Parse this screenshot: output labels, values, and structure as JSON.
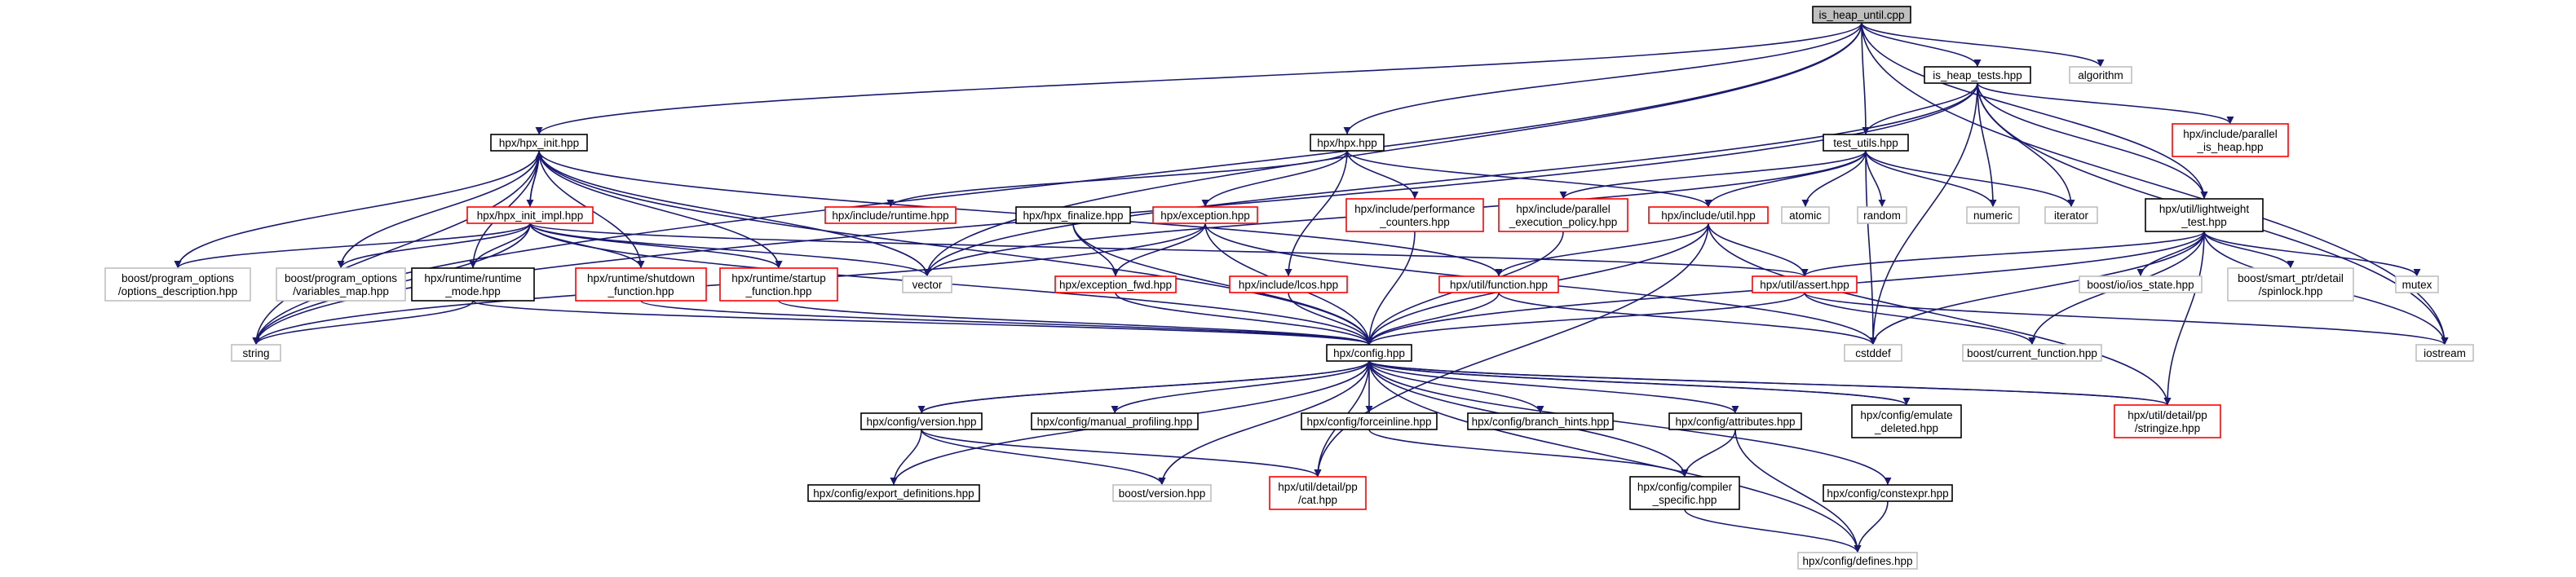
{
  "colors": {
    "edge": "#191970",
    "root_fill": "#bfbfbf",
    "root_border": "#000000",
    "documented_border": "#000000",
    "truncated_border": "#ff0000",
    "external_border": "#bfbfbf",
    "node_fill": "#ffffff"
  },
  "nodes": [
    {
      "id": "is_heap_until_cpp",
      "lines": [
        "is_heap_until.cpp"
      ],
      "kind": "root"
    },
    {
      "id": "is_heap_tests_hpp",
      "lines": [
        "is_heap_tests.hpp"
      ],
      "kind": "documented"
    },
    {
      "id": "algorithm",
      "lines": [
        "algorithm"
      ],
      "kind": "external"
    },
    {
      "id": "hpx_include_parallel_is_heap_hpp",
      "lines": [
        "hpx/include/parallel",
        "_is_heap.hpp"
      ],
      "kind": "truncated"
    },
    {
      "id": "hpx_hpx_init_hpp",
      "lines": [
        "hpx/hpx_init.hpp"
      ],
      "kind": "documented"
    },
    {
      "id": "hpx_hpx_hpp",
      "lines": [
        "hpx/hpx.hpp"
      ],
      "kind": "documented"
    },
    {
      "id": "test_utils_hpp",
      "lines": [
        "test_utils.hpp"
      ],
      "kind": "documented"
    },
    {
      "id": "hpx_hpx_init_impl_hpp",
      "lines": [
        "hpx/hpx_init_impl.hpp"
      ],
      "kind": "truncated"
    },
    {
      "id": "hpx_include_runtime_hpp",
      "lines": [
        "hpx/include/runtime.hpp"
      ],
      "kind": "truncated"
    },
    {
      "id": "hpx_hpx_finalize_hpp",
      "lines": [
        "hpx/hpx_finalize.hpp"
      ],
      "kind": "documented"
    },
    {
      "id": "hpx_exception_hpp",
      "lines": [
        "hpx/exception.hpp"
      ],
      "kind": "truncated"
    },
    {
      "id": "hpx_include_performance_counters_hpp",
      "lines": [
        "hpx/include/performance",
        "_counters.hpp"
      ],
      "kind": "truncated"
    },
    {
      "id": "hpx_include_parallel_execution_policy_hpp",
      "lines": [
        "hpx/include/parallel",
        "_execution_policy.hpp"
      ],
      "kind": "truncated"
    },
    {
      "id": "hpx_include_util_hpp",
      "lines": [
        "hpx/include/util.hpp"
      ],
      "kind": "truncated"
    },
    {
      "id": "atomic",
      "lines": [
        "atomic"
      ],
      "kind": "external"
    },
    {
      "id": "random",
      "lines": [
        "random"
      ],
      "kind": "external"
    },
    {
      "id": "numeric",
      "lines": [
        "numeric"
      ],
      "kind": "external"
    },
    {
      "id": "iterator",
      "lines": [
        "iterator"
      ],
      "kind": "external"
    },
    {
      "id": "hpx_util_lightweight_test_hpp",
      "lines": [
        "hpx/util/lightweight",
        "_test.hpp"
      ],
      "kind": "documented"
    },
    {
      "id": "boost_program_options_options_description_hpp",
      "lines": [
        "boost/program_options",
        "/options_description.hpp"
      ],
      "kind": "external"
    },
    {
      "id": "boost_program_options_variables_map_hpp",
      "lines": [
        "boost/program_options",
        "/variables_map.hpp"
      ],
      "kind": "external"
    },
    {
      "id": "hpx_runtime_runtime_mode_hpp",
      "lines": [
        "hpx/runtime/runtime",
        "_mode.hpp"
      ],
      "kind": "documented"
    },
    {
      "id": "hpx_runtime_shutdown_function_hpp",
      "lines": [
        "hpx/runtime/shutdown",
        "_function.hpp"
      ],
      "kind": "truncated"
    },
    {
      "id": "hpx_runtime_startup_function_hpp",
      "lines": [
        "hpx/runtime/startup",
        "_function.hpp"
      ],
      "kind": "truncated"
    },
    {
      "id": "vector",
      "lines": [
        "vector"
      ],
      "kind": "external"
    },
    {
      "id": "hpx_exception_fwd_hpp",
      "lines": [
        "hpx/exception_fwd.hpp"
      ],
      "kind": "truncated"
    },
    {
      "id": "hpx_include_lcos_hpp",
      "lines": [
        "hpx/include/lcos.hpp"
      ],
      "kind": "truncated"
    },
    {
      "id": "hpx_util_function_hpp",
      "lines": [
        "hpx/util/function.hpp"
      ],
      "kind": "truncated"
    },
    {
      "id": "hpx_util_assert_hpp",
      "lines": [
        "hpx/util/assert.hpp"
      ],
      "kind": "truncated"
    },
    {
      "id": "boost_io_ios_state_hpp",
      "lines": [
        "boost/io/ios_state.hpp"
      ],
      "kind": "external"
    },
    {
      "id": "boost_smart_ptr_detail_spinlock_hpp",
      "lines": [
        "boost/smart_ptr/detail",
        "/spinlock.hpp"
      ],
      "kind": "external"
    },
    {
      "id": "mutex",
      "lines": [
        "mutex"
      ],
      "kind": "external"
    },
    {
      "id": "string",
      "lines": [
        "string"
      ],
      "kind": "external"
    },
    {
      "id": "hpx_config_hpp",
      "lines": [
        "hpx/config.hpp"
      ],
      "kind": "documented"
    },
    {
      "id": "cstddef",
      "lines": [
        "cstddef"
      ],
      "kind": "external"
    },
    {
      "id": "boost_current_function_hpp",
      "lines": [
        "boost/current_function.hpp"
      ],
      "kind": "external"
    },
    {
      "id": "iostream",
      "lines": [
        "iostream"
      ],
      "kind": "external"
    },
    {
      "id": "hpx_util_detail_pp_stringize_hpp",
      "lines": [
        "hpx/util/detail/pp",
        "/stringize.hpp"
      ],
      "kind": "truncated"
    },
    {
      "id": "hpx_config_version_hpp",
      "lines": [
        "hpx/config/version.hpp"
      ],
      "kind": "documented"
    },
    {
      "id": "hpx_config_manual_profiling_hpp",
      "lines": [
        "hpx/config/manual_profiling.hpp"
      ],
      "kind": "documented"
    },
    {
      "id": "hpx_config_forceinline_hpp",
      "lines": [
        "hpx/config/forceinline.hpp"
      ],
      "kind": "documented"
    },
    {
      "id": "hpx_config_branch_hints_hpp",
      "lines": [
        "hpx/config/branch_hints.hpp"
      ],
      "kind": "documented"
    },
    {
      "id": "hpx_config_attributes_hpp",
      "lines": [
        "hpx/config/attributes.hpp"
      ],
      "kind": "documented"
    },
    {
      "id": "hpx_config_emulate_deleted_hpp",
      "lines": [
        "hpx/config/emulate",
        "_deleted.hpp"
      ],
      "kind": "documented"
    },
    {
      "id": "hpx_config_export_definitions_hpp",
      "lines": [
        "hpx/config/export_definitions.hpp"
      ],
      "kind": "documented"
    },
    {
      "id": "boost_version_hpp",
      "lines": [
        "boost/version.hpp"
      ],
      "kind": "external"
    },
    {
      "id": "hpx_util_detail_pp_cat_hpp",
      "lines": [
        "hpx/util/detail/pp",
        "/cat.hpp"
      ],
      "kind": "truncated"
    },
    {
      "id": "hpx_config_compiler_specific_hpp",
      "lines": [
        "hpx/config/compiler",
        "_specific.hpp"
      ],
      "kind": "documented"
    },
    {
      "id": "hpx_config_constexpr_hpp",
      "lines": [
        "hpx/config/constexpr.hpp"
      ],
      "kind": "documented"
    },
    {
      "id": "hpx_config_defines_hpp",
      "lines": [
        "hpx/config/defines.hpp"
      ],
      "kind": "external"
    }
  ],
  "edges": [
    [
      "is_heap_until_cpp",
      "is_heap_tests_hpp"
    ],
    [
      "is_heap_until_cpp",
      "algorithm"
    ],
    [
      "is_heap_until_cpp",
      "hpx_hpx_init_hpp"
    ],
    [
      "is_heap_until_cpp",
      "hpx_hpx_hpp"
    ],
    [
      "is_heap_until_cpp",
      "test_utils_hpp"
    ],
    [
      "is_heap_until_cpp",
      "hpx_util_lightweight_test_hpp"
    ],
    [
      "is_heap_until_cpp",
      "string"
    ],
    [
      "is_heap_until_cpp",
      "vector"
    ],
    [
      "is_heap_until_cpp",
      "iostream"
    ],
    [
      "is_heap_tests_hpp",
      "hpx_include_parallel_is_heap_hpp"
    ],
    [
      "is_heap_tests_hpp",
      "test_utils_hpp"
    ],
    [
      "is_heap_tests_hpp",
      "numeric"
    ],
    [
      "is_heap_tests_hpp",
      "iterator"
    ],
    [
      "is_heap_tests_hpp",
      "hpx_util_lightweight_test_hpp"
    ],
    [
      "is_heap_tests_hpp",
      "cstddef"
    ],
    [
      "is_heap_tests_hpp",
      "iostream"
    ],
    [
      "is_heap_tests_hpp",
      "string"
    ],
    [
      "is_heap_tests_hpp",
      "vector"
    ],
    [
      "hpx_hpx_init_hpp",
      "hpx_hpx_init_impl_hpp"
    ],
    [
      "hpx_hpx_init_hpp",
      "boost_program_options_options_description_hpp"
    ],
    [
      "hpx_hpx_init_hpp",
      "boost_program_options_variables_map_hpp"
    ],
    [
      "hpx_hpx_init_hpp",
      "hpx_runtime_runtime_mode_hpp"
    ],
    [
      "hpx_hpx_init_hpp",
      "hpx_runtime_shutdown_function_hpp"
    ],
    [
      "hpx_hpx_init_hpp",
      "hpx_runtime_startup_function_hpp"
    ],
    [
      "hpx_hpx_init_hpp",
      "hpx_util_function_hpp"
    ],
    [
      "hpx_hpx_init_hpp",
      "string"
    ],
    [
      "hpx_hpx_init_hpp",
      "vector"
    ],
    [
      "hpx_hpx_init_hpp",
      "hpx_config_hpp"
    ],
    [
      "hpx_hpx_init_impl_hpp",
      "hpx_hpx_init_hpp"
    ],
    [
      "hpx_hpx_init_impl_hpp",
      "boost_program_options_options_description_hpp"
    ],
    [
      "hpx_hpx_init_impl_hpp",
      "boost_program_options_variables_map_hpp"
    ],
    [
      "hpx_hpx_init_impl_hpp",
      "hpx_runtime_runtime_mode_hpp"
    ],
    [
      "hpx_hpx_init_impl_hpp",
      "hpx_runtime_shutdown_function_hpp"
    ],
    [
      "hpx_hpx_init_impl_hpp",
      "hpx_runtime_startup_function_hpp"
    ],
    [
      "hpx_hpx_init_impl_hpp",
      "hpx_util_assert_hpp"
    ],
    [
      "hpx_hpx_init_impl_hpp",
      "string"
    ],
    [
      "hpx_hpx_init_impl_hpp",
      "vector"
    ],
    [
      "hpx_hpx_init_impl_hpp",
      "hpx_config_hpp"
    ],
    [
      "hpx_hpx_hpp",
      "hpx_include_runtime_hpp"
    ],
    [
      "hpx_hpx_hpp",
      "hpx_exception_hpp"
    ],
    [
      "hpx_hpx_hpp",
      "hpx_include_performance_counters_hpp"
    ],
    [
      "hpx_hpx_hpp",
      "hpx_include_lcos_hpp"
    ],
    [
      "hpx_hpx_hpp",
      "hpx_include_util_hpp"
    ],
    [
      "test_utils_hpp",
      "hpx_include_parallel_execution_policy_hpp"
    ],
    [
      "test_utils_hpp",
      "hpx_include_util_hpp"
    ],
    [
      "test_utils_hpp",
      "atomic"
    ],
    [
      "test_utils_hpp",
      "random"
    ],
    [
      "test_utils_hpp",
      "numeric"
    ],
    [
      "test_utils_hpp",
      "iterator"
    ],
    [
      "test_utils_hpp",
      "vector"
    ],
    [
      "test_utils_hpp",
      "cstddef"
    ],
    [
      "hpx_hpx_finalize_hpp",
      "hpx_exception_fwd_hpp"
    ],
    [
      "hpx_hpx_finalize_hpp",
      "hpx_config_hpp"
    ],
    [
      "hpx_exception_hpp",
      "hpx_exception_fwd_hpp"
    ],
    [
      "hpx_exception_hpp",
      "hpx_config_hpp"
    ],
    [
      "hpx_exception_hpp",
      "string"
    ],
    [
      "hpx_exception_hpp",
      "cstddef"
    ],
    [
      "hpx_include_performance_counters_hpp",
      "hpx_config_hpp"
    ],
    [
      "hpx_include_parallel_execution_policy_hpp",
      "hpx_config_hpp"
    ],
    [
      "hpx_include_util_hpp",
      "hpx_util_function_hpp"
    ],
    [
      "hpx_include_util_hpp",
      "hpx_util_assert_hpp"
    ],
    [
      "hpx_include_util_hpp",
      "hpx_config_hpp"
    ],
    [
      "hpx_include_util_hpp",
      "hpx_util_detail_pp_stringize_hpp"
    ],
    [
      "hpx_include_util_hpp",
      "hpx_util_detail_pp_cat_hpp"
    ],
    [
      "hpx_util_lightweight_test_hpp",
      "hpx_util_assert_hpp"
    ],
    [
      "hpx_util_lightweight_test_hpp",
      "boost_io_ios_state_hpp"
    ],
    [
      "hpx_util_lightweight_test_hpp",
      "boost_smart_ptr_detail_spinlock_hpp"
    ],
    [
      "hpx_util_lightweight_test_hpp",
      "mutex"
    ],
    [
      "hpx_util_lightweight_test_hpp",
      "iostream"
    ],
    [
      "hpx_util_lightweight_test_hpp",
      "cstddef"
    ],
    [
      "hpx_util_lightweight_test_hpp",
      "boost_current_function_hpp"
    ],
    [
      "hpx_util_lightweight_test_hpp",
      "hpx_config_hpp"
    ],
    [
      "hpx_util_lightweight_test_hpp",
      "hpx_util_detail_pp_stringize_hpp"
    ],
    [
      "hpx_runtime_runtime_mode_hpp",
      "hpx_config_hpp"
    ],
    [
      "hpx_runtime_runtime_mode_hpp",
      "string"
    ],
    [
      "hpx_runtime_shutdown_function_hpp",
      "hpx_config_hpp"
    ],
    [
      "hpx_runtime_startup_function_hpp",
      "hpx_config_hpp"
    ],
    [
      "hpx_exception_fwd_hpp",
      "hpx_config_hpp"
    ],
    [
      "hpx_include_lcos_hpp",
      "hpx_config_hpp"
    ],
    [
      "hpx_util_function_hpp",
      "hpx_config_hpp"
    ],
    [
      "hpx_util_function_hpp",
      "cstddef"
    ],
    [
      "hpx_util_assert_hpp",
      "hpx_config_hpp"
    ],
    [
      "hpx_util_assert_hpp",
      "boost_current_function_hpp"
    ],
    [
      "hpx_util_assert_hpp",
      "iostream"
    ],
    [
      "hpx_config_hpp",
      "hpx_config_version_hpp"
    ],
    [
      "hpx_config_hpp",
      "hpx_config_manual_profiling_hpp"
    ],
    [
      "hpx_config_hpp",
      "hpx_config_forceinline_hpp"
    ],
    [
      "hpx_config_hpp",
      "hpx_config_branch_hints_hpp"
    ],
    [
      "hpx_config_hpp",
      "hpx_config_attributes_hpp"
    ],
    [
      "hpx_config_hpp",
      "hpx_config_emulate_deleted_hpp"
    ],
    [
      "hpx_config_hpp",
      "hpx_config_export_definitions_hpp"
    ],
    [
      "hpx_config_hpp",
      "boost_version_hpp"
    ],
    [
      "hpx_config_hpp",
      "hpx_util_detail_pp_cat_hpp"
    ],
    [
      "hpx_config_hpp",
      "hpx_config_compiler_specific_hpp"
    ],
    [
      "hpx_config_hpp",
      "hpx_config_constexpr_hpp"
    ],
    [
      "hpx_config_hpp",
      "hpx_config_defines_hpp"
    ],
    [
      "hpx_config_hpp",
      "hpx_util_detail_pp_stringize_hpp"
    ],
    [
      "hpx_config_version_hpp",
      "hpx_config_hpp"
    ],
    [
      "hpx_config_version_hpp",
      "hpx_config_export_definitions_hpp"
    ],
    [
      "hpx_config_version_hpp",
      "boost_version_hpp"
    ],
    [
      "hpx_config_version_hpp",
      "hpx_util_detail_pp_cat_hpp"
    ],
    [
      "hpx_config_emulate_deleted_hpp",
      "hpx_config_hpp"
    ],
    [
      "hpx_util_detail_pp_stringize_hpp",
      "hpx_config_hpp"
    ],
    [
      "hpx_config_forceinline_hpp",
      "hpx_config_compiler_specific_hpp"
    ],
    [
      "hpx_config_attributes_hpp",
      "hpx_config_compiler_specific_hpp"
    ],
    [
      "hpx_config_attributes_hpp",
      "hpx_config_defines_hpp"
    ],
    [
      "hpx_config_compiler_specific_hpp",
      "hpx_config_defines_hpp"
    ],
    [
      "hpx_config_constexpr_hpp",
      "hpx_config_defines_hpp"
    ]
  ]
}
